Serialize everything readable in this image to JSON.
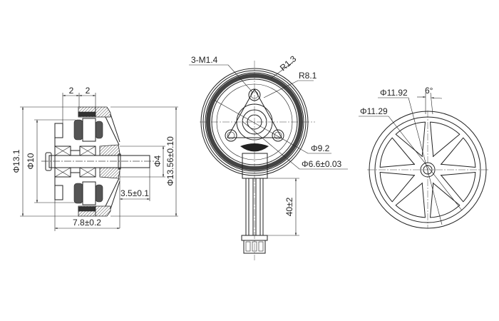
{
  "side_view": {
    "dim_outer_dia": "Φ13.1",
    "dim_stator_dia": "Φ10",
    "dim_width_1": "2",
    "dim_width_2": "2",
    "dim_shaft_dia": "Φ4",
    "dim_bell_dia": "Φ13.56±0.10",
    "dim_shaft_length": "3.5±0.1",
    "dim_total_length": "7.8±0.2"
  },
  "bottom_view": {
    "dim_screw_holes": "3-M1.4",
    "dim_r_small": "R1.3",
    "dim_r_large": "R8.1",
    "dim_dia_92": "Φ9.2",
    "dim_dia_66": "Φ6.6±0.03",
    "dim_cable_length": "40±2"
  },
  "top_view": {
    "dim_dia_1192": "Φ11.92",
    "dim_dia_1129": "Φ11.29",
    "dim_spoke_angle": "6°",
    "spoke_count": 8
  }
}
